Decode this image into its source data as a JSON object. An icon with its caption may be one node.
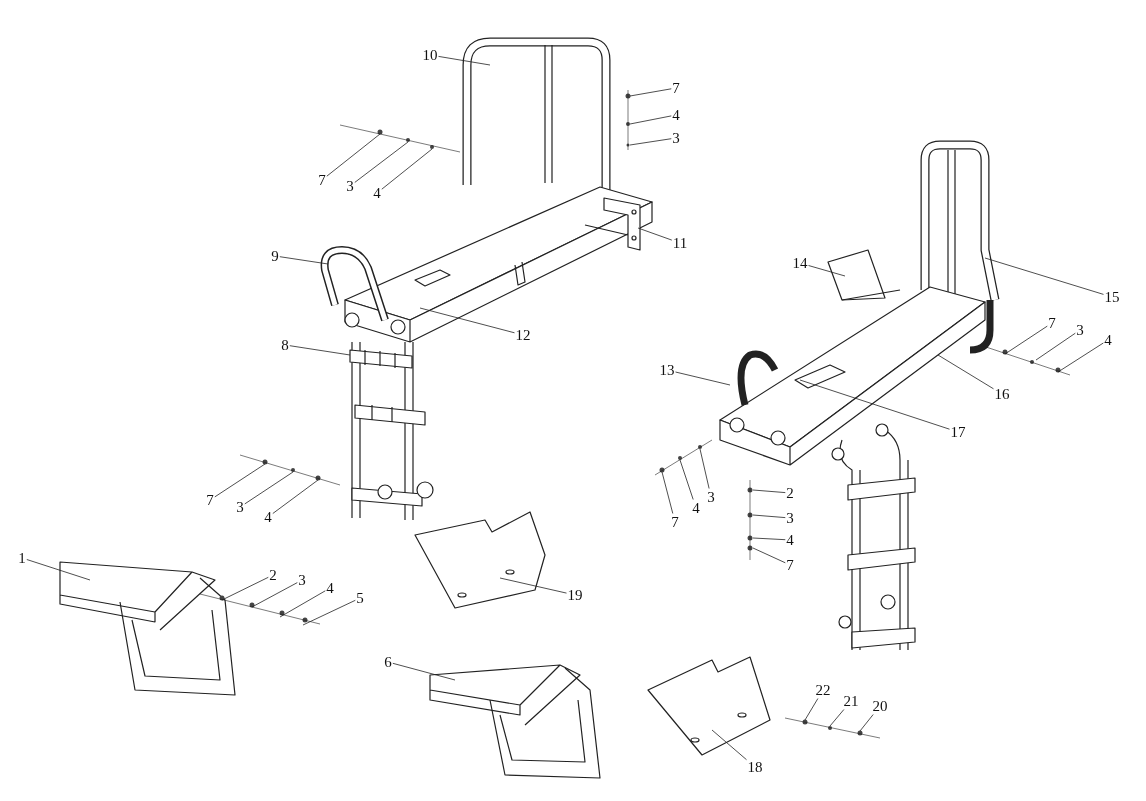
{
  "diagram": {
    "nodes": [
      {
        "text": [
          "10"
        ]
      },
      {
        "text": [
          "7"
        ]
      },
      {
        "text": [
          "4"
        ]
      },
      {
        "text": [
          "3"
        ]
      },
      {
        "text": [
          "7"
        ]
      },
      {
        "text": [
          "3"
        ]
      },
      {
        "text": [
          "4"
        ]
      },
      {
        "text": [
          "11"
        ]
      },
      {
        "text": [
          "9"
        ]
      },
      {
        "text": [
          "14"
        ]
      },
      {
        "text": [
          "15"
        ]
      },
      {
        "text": [
          "7"
        ]
      },
      {
        "text": [
          "3"
        ]
      },
      {
        "text": [
          "12"
        ]
      },
      {
        "text": [
          "4"
        ]
      },
      {
        "text": [
          "8"
        ]
      },
      {
        "text": [
          "13"
        ]
      },
      {
        "text": [
          "16"
        ]
      },
      {
        "text": [
          "17"
        ]
      },
      {
        "text": [
          "2"
        ]
      },
      {
        "text": [
          "7"
        ]
      },
      {
        "text": [
          "3"
        ]
      },
      {
        "text": [
          "4"
        ]
      },
      {
        "text": [
          "3"
        ]
      },
      {
        "text": [
          "4"
        ]
      },
      {
        "text": [
          "3"
        ]
      },
      {
        "text": [
          "7"
        ]
      },
      {
        "text": [
          "4"
        ]
      },
      {
        "text": [
          "1"
        ]
      },
      {
        "text": [
          "7"
        ]
      },
      {
        "text": [
          "2"
        ]
      },
      {
        "text": [
          "3"
        ]
      },
      {
        "text": [
          "4"
        ]
      },
      {
        "text": [
          "19"
        ]
      },
      {
        "text": [
          "5"
        ]
      },
      {
        "text": [
          "6"
        ]
      },
      {
        "text": [
          "22"
        ]
      },
      {
        "text": [
          "21"
        ]
      },
      {
        "text": [
          "20"
        ]
      },
      {
        "text": [
          "18"
        ]
      }
    ],
    "edges": [
      {
        "from": 0,
        "to": null,
        "arrow": "none"
      },
      {
        "from": 1,
        "to": null,
        "arrow": "none"
      },
      {
        "from": 2,
        "to": null,
        "arrow": "none"
      },
      {
        "from": 3,
        "to": null,
        "arrow": "none"
      },
      {
        "from": 4,
        "to": null,
        "arrow": "none"
      },
      {
        "from": 5,
        "to": null,
        "arrow": "none"
      },
      {
        "from": 6,
        "to": null,
        "arrow": "none"
      },
      {
        "from": 7,
        "to": null,
        "arrow": "none"
      },
      {
        "from": 8,
        "to": null,
        "arrow": "none"
      },
      {
        "from": 9,
        "to": null,
        "arrow": "none"
      },
      {
        "from": 10,
        "to": null,
        "arrow": "none"
      },
      {
        "from": 11,
        "to": null,
        "arrow": "none"
      },
      {
        "from": 12,
        "to": null,
        "arrow": "none"
      },
      {
        "from": 13,
        "to": null,
        "arrow": "none"
      },
      {
        "from": 14,
        "to": null,
        "arrow": "none"
      },
      {
        "from": 15,
        "to": null,
        "arrow": "none"
      },
      {
        "from": 16,
        "to": null,
        "arrow": "none"
      },
      {
        "from": 17,
        "to": null,
        "arrow": "none"
      },
      {
        "from": 18,
        "to": null,
        "arrow": "none"
      },
      {
        "from": 19,
        "to": null,
        "arrow": "none"
      },
      {
        "from": 20,
        "to": null,
        "arrow": "none"
      },
      {
        "from": 21,
        "to": null,
        "arrow": "none"
      },
      {
        "from": 22,
        "to": null,
        "arrow": "none"
      },
      {
        "from": 23,
        "to": null,
        "arrow": "none"
      },
      {
        "from": 24,
        "to": null,
        "arrow": "none"
      },
      {
        "from": 25,
        "to": null,
        "arrow": "none"
      },
      {
        "from": 26,
        "to": null,
        "arrow": "none"
      },
      {
        "from": 27,
        "to": null,
        "arrow": "none"
      },
      {
        "from": 28,
        "to": null,
        "arrow": "none"
      },
      {
        "from": 29,
        "to": null,
        "arrow": "none"
      },
      {
        "from": 30,
        "to": null,
        "arrow": "none"
      },
      {
        "from": 31,
        "to": null,
        "arrow": "none"
      },
      {
        "from": 32,
        "to": null,
        "arrow": "none"
      },
      {
        "from": 33,
        "to": null,
        "arrow": "none"
      },
      {
        "from": 34,
        "to": null,
        "arrow": "none"
      },
      {
        "from": 35,
        "to": null,
        "arrow": "none"
      },
      {
        "from": 36,
        "to": null,
        "arrow": "none"
      },
      {
        "from": 37,
        "to": null,
        "arrow": "none"
      },
      {
        "from": 38,
        "to": null,
        "arrow": "none"
      },
      {
        "from": 39,
        "to": null,
        "arrow": "none"
      }
    ]
  }
}
